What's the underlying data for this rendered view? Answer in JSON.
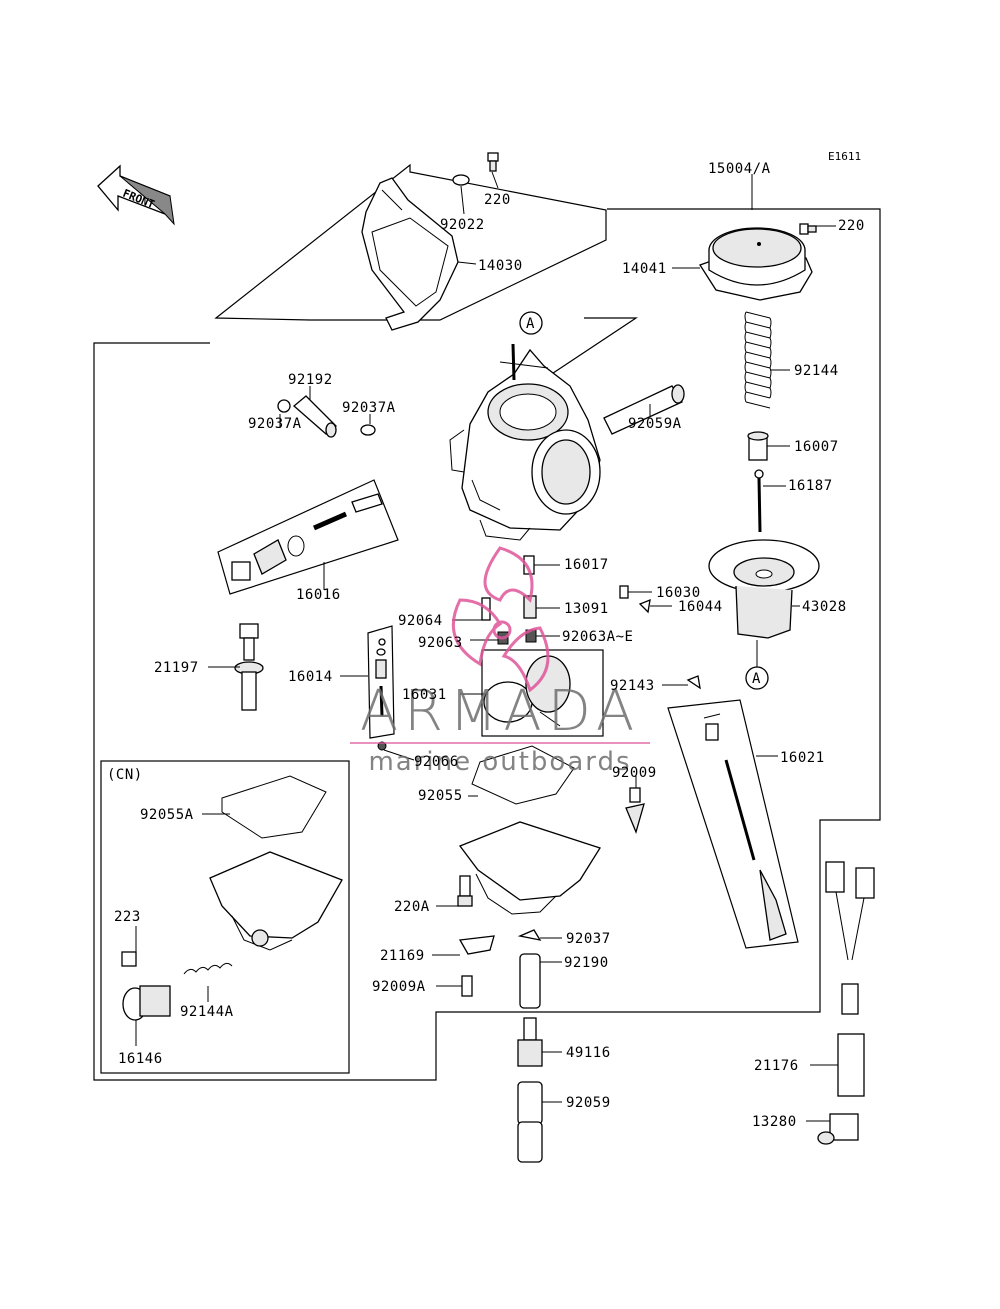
{
  "diagram": {
    "code": "E1611",
    "front_label": "FRONT",
    "group_cn_label": "(CN)",
    "callout_a_top": "A",
    "callout_a_bottom": "A"
  },
  "labels": {
    "p220_top": "220",
    "p92022": "92022",
    "p14030": "14030",
    "p15004": "15004/A",
    "p220_right": "220",
    "p14041": "14041",
    "p92144": "92144",
    "p16007": "16007",
    "p16187": "16187",
    "p92192": "92192",
    "p92037A_right": "92037A",
    "p92037A_left": "92037A",
    "p92059A": "92059A",
    "p16017": "16017",
    "p16030": "16030",
    "p16044": "16044",
    "p43028": "43028",
    "p16016": "16016",
    "p92064": "92064",
    "p13091": "13091",
    "p92063": "92063",
    "p92063AE": "92063A~E",
    "p21197": "21197",
    "p16014": "16014",
    "p92143": "92143",
    "p16031": "16031",
    "p16021": "16021",
    "p92066": "92066",
    "p92009": "92009",
    "p92055A": "92055A",
    "p92055": "92055",
    "p220A": "220A",
    "p92037": "92037",
    "p223": "223",
    "p21169": "21169",
    "p92190": "92190",
    "p92144A": "92144A",
    "p92009A": "92009A",
    "p16146": "16146",
    "p49116": "49116",
    "p21176": "21176",
    "p92059": "92059",
    "p13280": "13280"
  },
  "watermark": {
    "brand": "ARMADA",
    "tagline": "marine outboards",
    "logo_color": "#e0559a",
    "text_color": "#6e6e6e"
  }
}
